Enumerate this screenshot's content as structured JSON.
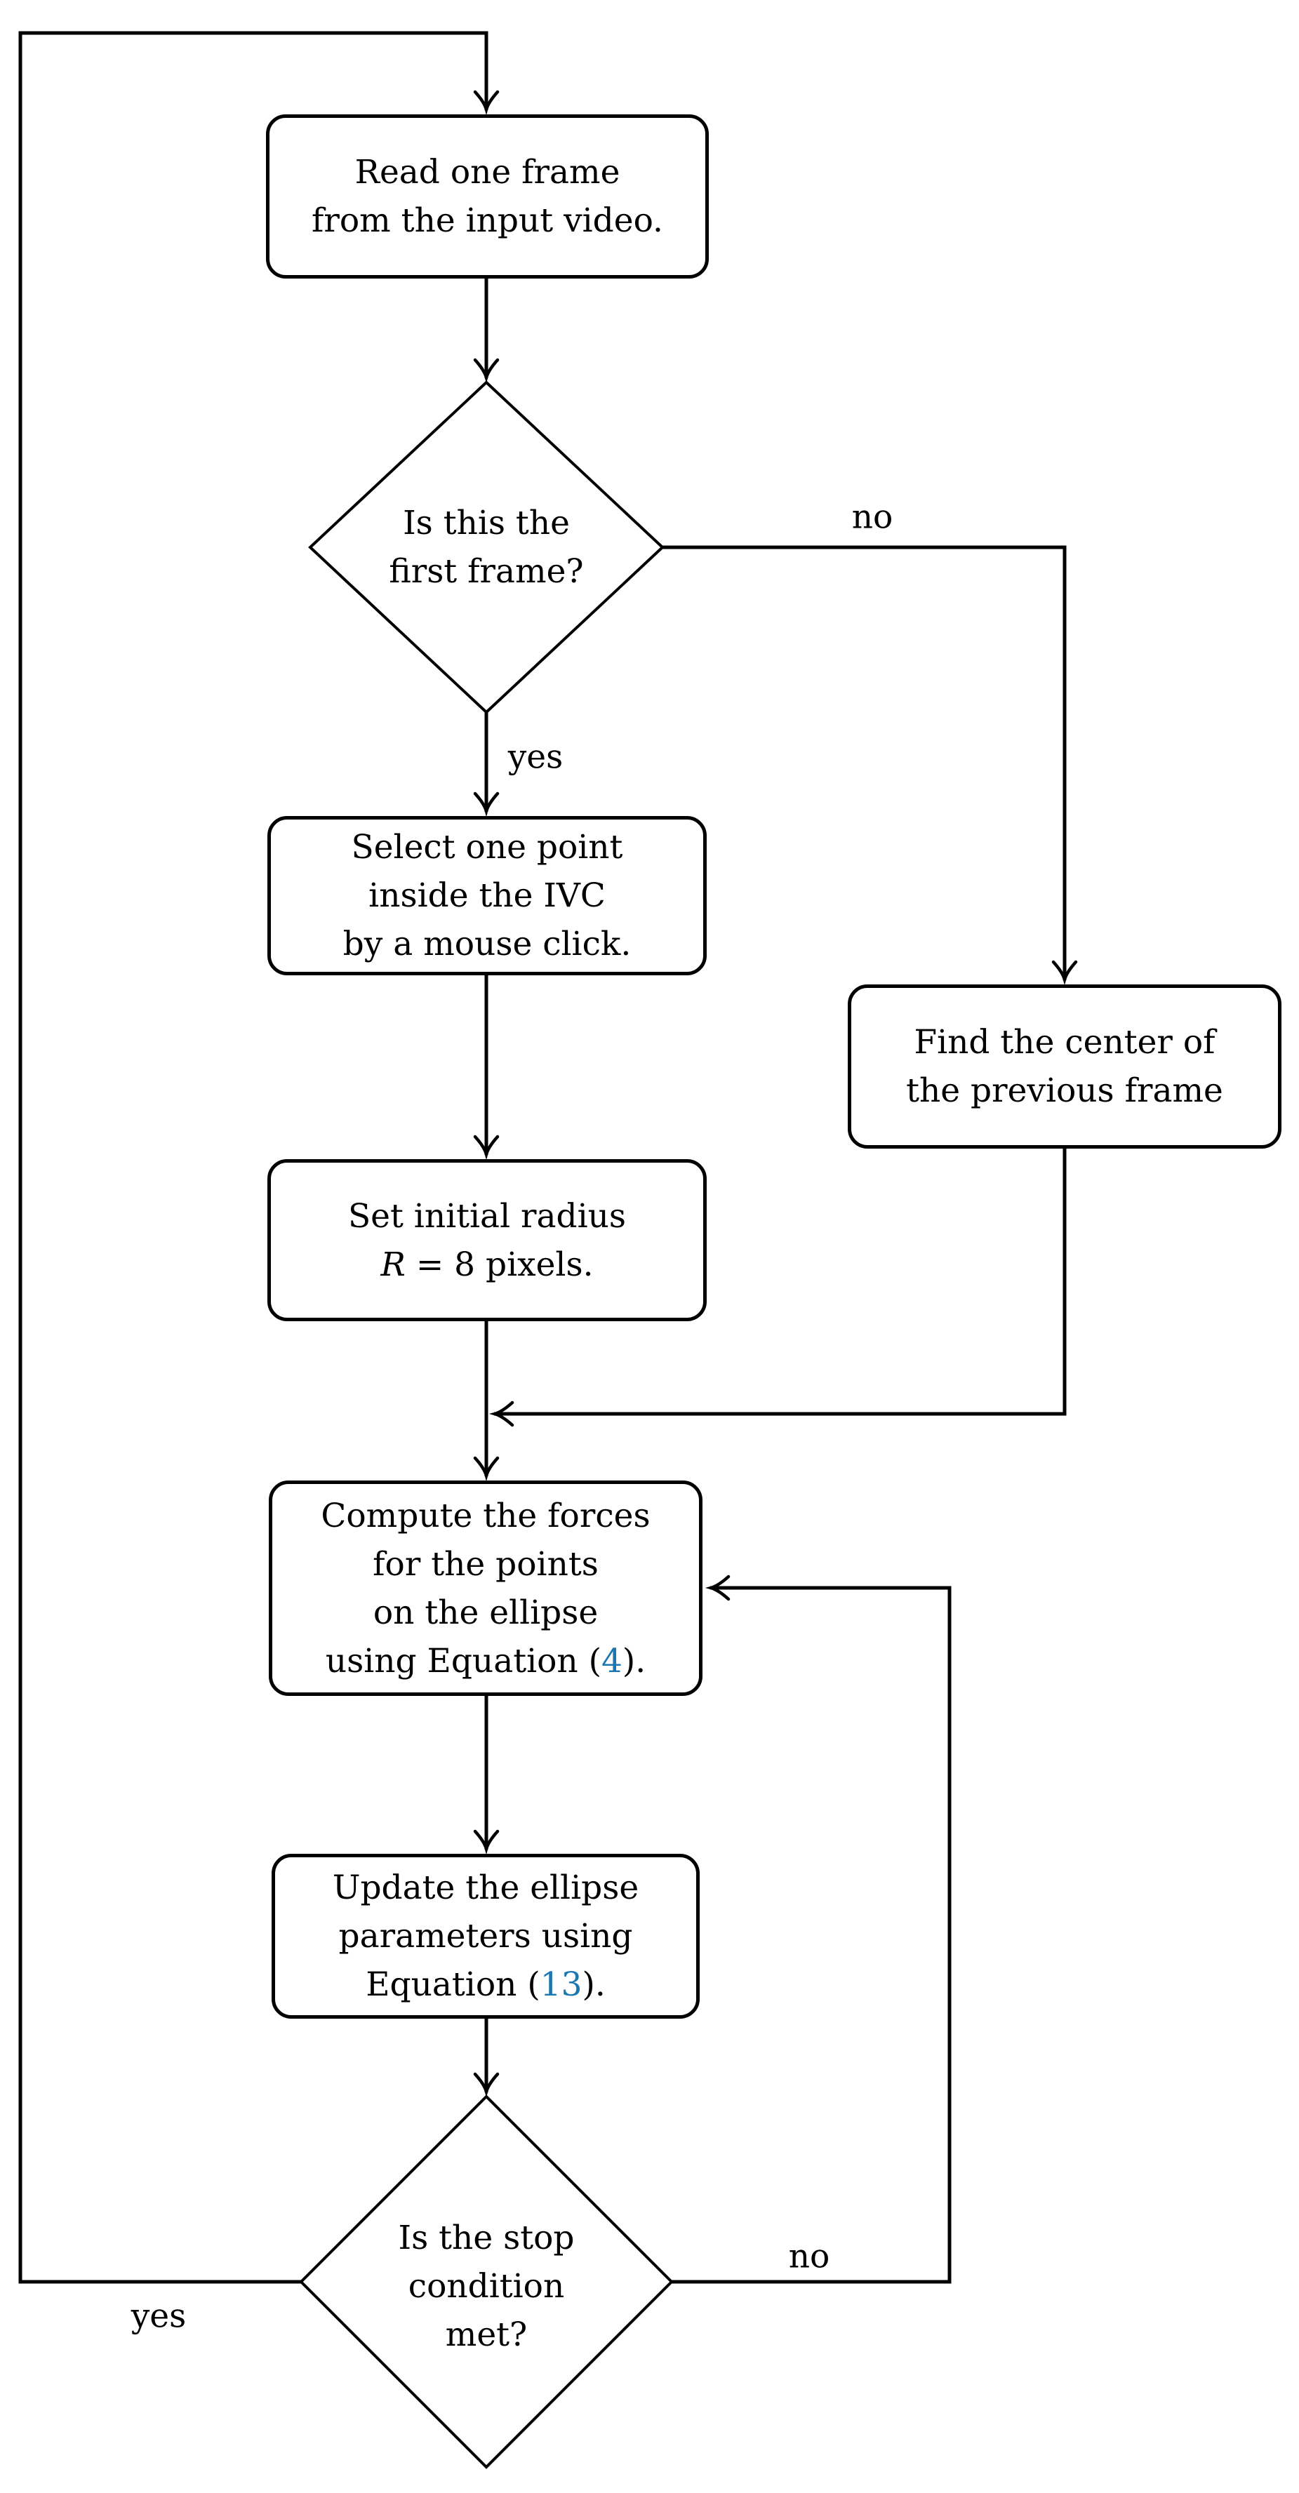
{
  "figure": {
    "type": "flowchart",
    "background_color": "#ffffff",
    "line_color": "#000000",
    "equation_link_color": "#1c76b2"
  },
  "nodes": {
    "read_frame": {
      "shape": "rounded-box",
      "lines": [
        "Read one frame",
        "from the input video."
      ]
    },
    "first_frame_decision": {
      "shape": "diamond",
      "lines": [
        "Is this the",
        "first frame?"
      ]
    },
    "select_point": {
      "shape": "rounded-box",
      "lines": [
        "Select one point",
        "inside the IVC",
        "by a mouse click."
      ]
    },
    "find_center": {
      "shape": "rounded-box",
      "lines": [
        "Find the center of",
        "the previous frame"
      ]
    },
    "set_radius": {
      "shape": "rounded-box",
      "line1": "Set initial radius",
      "var": "R",
      "rest": " = 8 pixels."
    },
    "compute_forces": {
      "shape": "rounded-box",
      "lines": [
        "Compute the forces",
        "for the points",
        "on the ellipse"
      ],
      "eq_prefix": "using Equation (",
      "eq_number": "4",
      "eq_suffix": ")."
    },
    "update_params": {
      "shape": "rounded-box",
      "lines": [
        "Update the ellipse",
        "parameters using"
      ],
      "eq_prefix": "Equation (",
      "eq_number": "13",
      "eq_suffix": ")."
    },
    "stop_decision": {
      "shape": "diamond",
      "lines": [
        "Is the stop",
        "condition",
        "met?"
      ]
    }
  },
  "edge_labels": {
    "first_no": "no",
    "first_yes": "yes",
    "stop_no": "no",
    "stop_yes": "yes"
  }
}
